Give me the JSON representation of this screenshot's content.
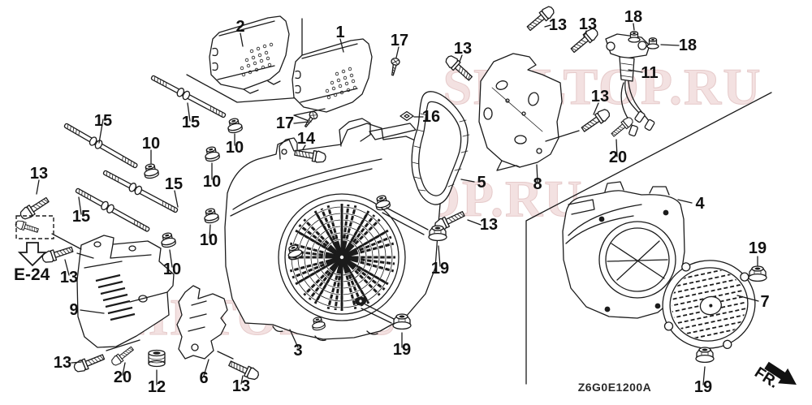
{
  "diagram": {
    "watermark": "SEILTOP.RU",
    "page_code": "Z6G0E1200A",
    "reference_label": "E-24",
    "front_label": "FR."
  },
  "callouts": [
    {
      "t": "2"
    },
    {
      "t": "1"
    },
    {
      "t": "17"
    },
    {
      "t": "13"
    },
    {
      "t": "13"
    },
    {
      "t": "13"
    },
    {
      "t": "18"
    },
    {
      "t": "18"
    },
    {
      "t": "11"
    },
    {
      "t": "16"
    },
    {
      "t": "13"
    },
    {
      "t": "20"
    },
    {
      "t": "17"
    },
    {
      "t": "14"
    },
    {
      "t": "15"
    },
    {
      "t": "15"
    },
    {
      "t": "15"
    },
    {
      "t": "15"
    },
    {
      "t": "10"
    },
    {
      "t": "10"
    },
    {
      "t": "10"
    },
    {
      "t": "10"
    },
    {
      "t": "10"
    },
    {
      "t": "13"
    },
    {
      "t": "13"
    },
    {
      "t": "9"
    },
    {
      "t": "13"
    },
    {
      "t": "20"
    },
    {
      "t": "12"
    },
    {
      "t": "6"
    },
    {
      "t": "13"
    },
    {
      "t": "3"
    },
    {
      "t": "19"
    },
    {
      "t": "19"
    },
    {
      "t": "13"
    },
    {
      "t": "5"
    },
    {
      "t": "8"
    },
    {
      "t": "4"
    },
    {
      "t": "19"
    },
    {
      "t": "7"
    },
    {
      "t": "19"
    }
  ]
}
